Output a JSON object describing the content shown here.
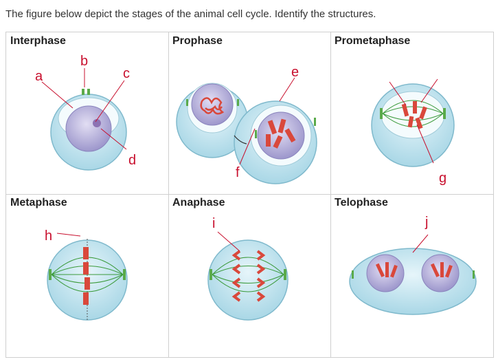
{
  "question": "The figure below depict the stages of the animal cell cycle. Identify the structures.",
  "panels": [
    {
      "title": "Interphase"
    },
    {
      "title": "Prophase"
    },
    {
      "title": "Prometaphase"
    },
    {
      "title": "Metaphase"
    },
    {
      "title": "Anaphase"
    },
    {
      "title": "Telophase"
    }
  ],
  "labels": {
    "a": "a",
    "b": "b",
    "c": "c",
    "d": "d",
    "e": "e",
    "f": "f",
    "g": "g",
    "h": "h",
    "i": "i",
    "j": "j"
  },
  "colors": {
    "label_red": "#c8102e",
    "cell_blue": "#bfe3ef",
    "nucleus_purple": "#b7b2dd",
    "chromosome_red": "#d9483b",
    "spindle_green": "#3a9a3a"
  }
}
